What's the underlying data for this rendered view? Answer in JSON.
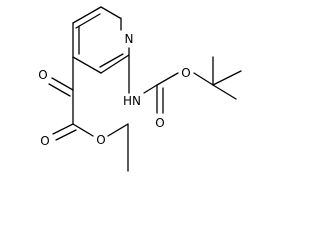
{
  "structure": {
    "atom_labels": {
      "ring_nitrogen": "N",
      "amine": "HN",
      "carbamate_carbonyl_oxygen": "O",
      "carbamate_ester_oxygen": "O",
      "keto_oxygen": "O",
      "ester_carbonyl_oxygen": "O",
      "ester_oxygen": "O"
    },
    "colors": {
      "bond": "#000000",
      "label": "#000000",
      "background": "#ffffff"
    }
  }
}
